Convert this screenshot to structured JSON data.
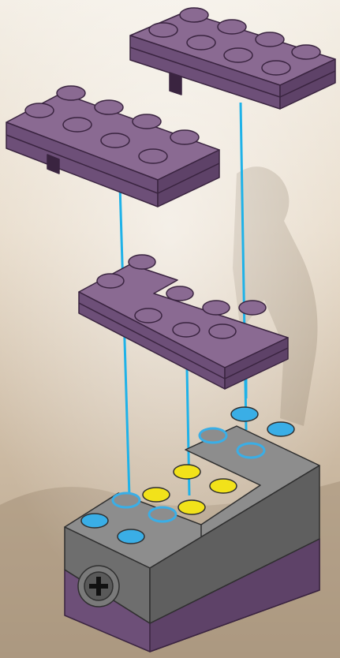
{
  "colors": {
    "background_light": "#f2ece2",
    "background_mid": "#d9cbb8",
    "background_dark": "#a99880",
    "purple_top": "#8a6a92",
    "purple_left": "#6d4f78",
    "purple_right": "#5e4268",
    "purple_outline": "#3a2440",
    "gray_top": "#8d8d8d",
    "gray_left": "#6e6e6e",
    "gray_right": "#5f5f5f",
    "gray_outline": "#2f2f2f",
    "stud_yellow": "#f2e21a",
    "stud_blue": "#3aaee6",
    "stud_ring_blue": "#3aaee6",
    "guide_line": "#1fb2e8"
  },
  "assembly": {
    "parts": [
      {
        "name": "plate-2x4-top-right",
        "color": "purple"
      },
      {
        "name": "plate-2x4-top-left",
        "color": "purple"
      },
      {
        "name": "plate-2x4-middle-notched",
        "color": "purple"
      },
      {
        "name": "sensor-brick-base",
        "color": "gray-purple"
      }
    ],
    "guide_lines": 4,
    "steps_shown": "exploded view"
  }
}
